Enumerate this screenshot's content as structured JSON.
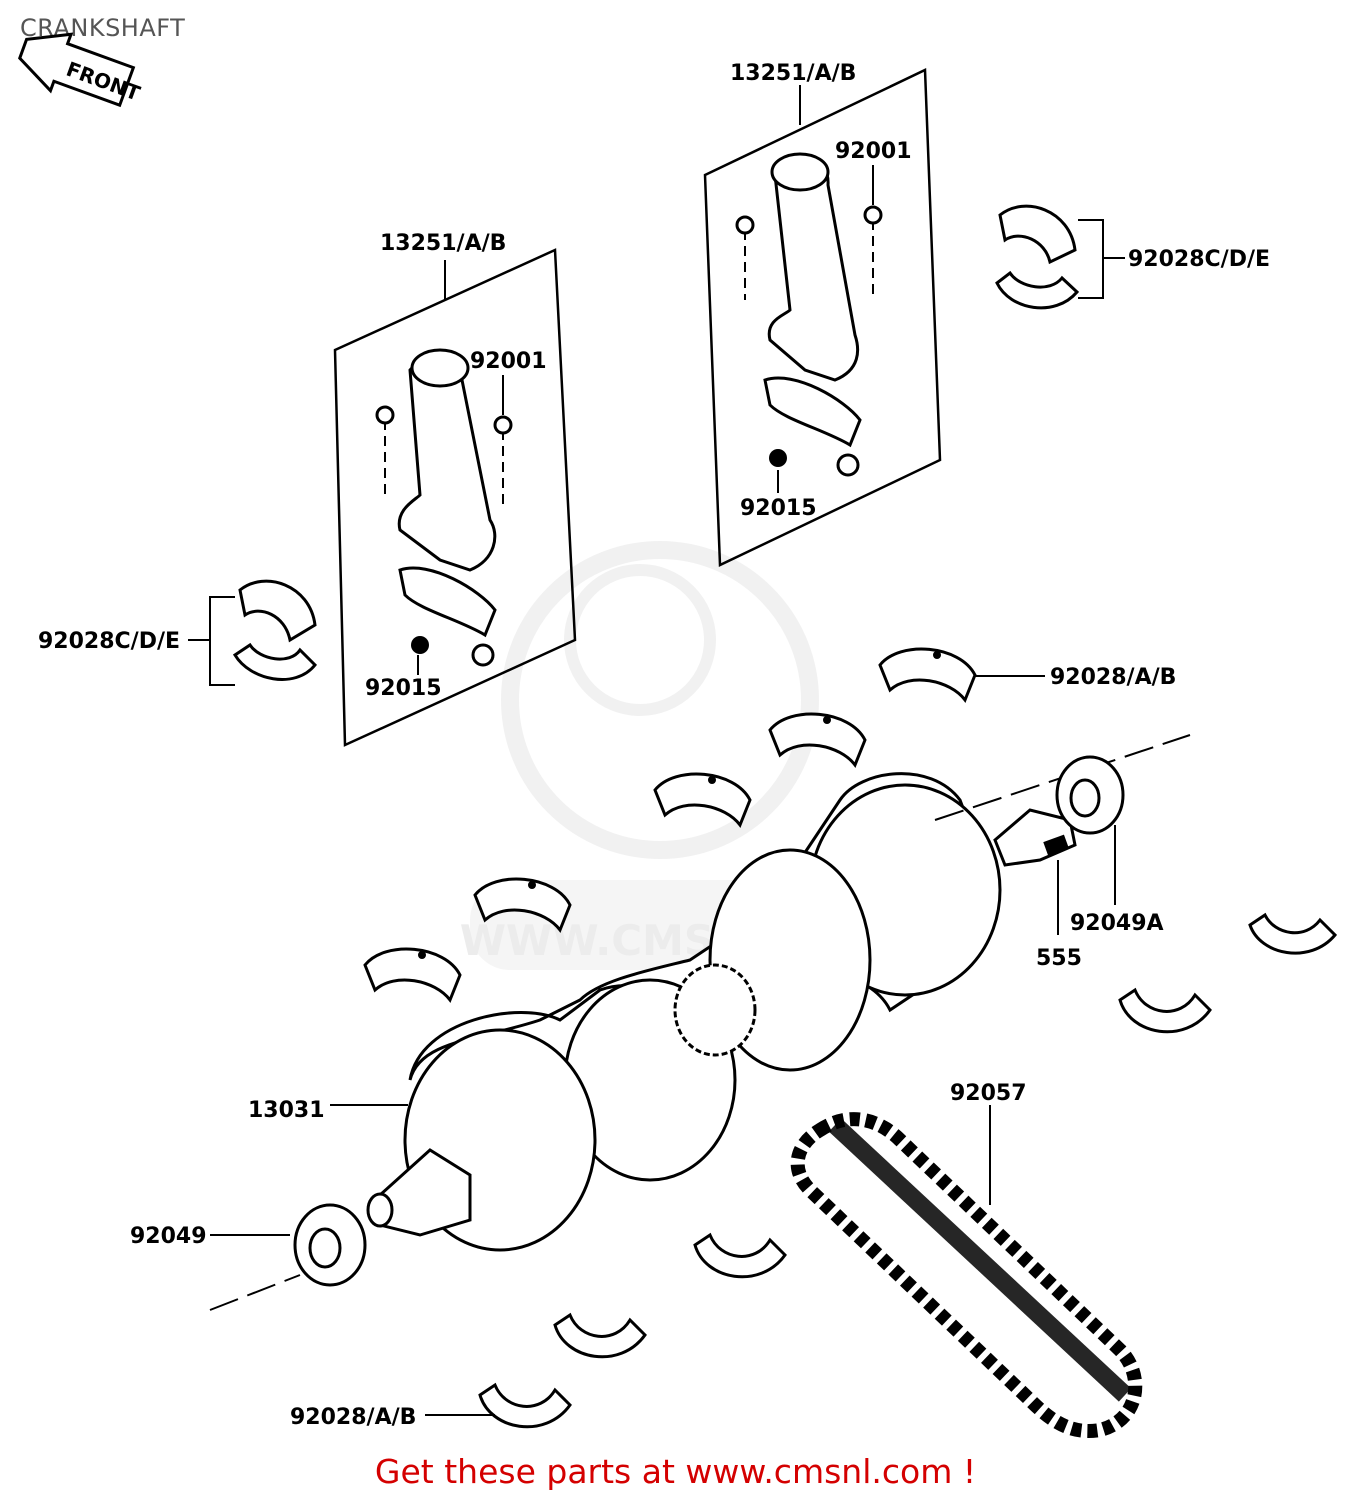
{
  "diagram": {
    "title": "CRANKSHAFT",
    "front_marker": "FRONT",
    "watermark": "WWW.CMSNL.COM",
    "footer": "Get these parts at www.cmsnl.com !",
    "colors": {
      "footer": "#d40000",
      "lines": "#000000",
      "watermark": "#e6e6e6"
    },
    "labels": {
      "conrod_assy_left": "13251/A/B",
      "conrod_assy_right": "13251/A/B",
      "bolt_left": "92001",
      "bolt_right": "92001",
      "nut_left": "92015",
      "nut_right": "92015",
      "conrod_bearing_left": "92028C/D/E",
      "conrod_bearing_right": "92028C/D/E",
      "main_bearing_top": "92028/A/B",
      "main_bearing_bottom": "92028/A/B",
      "oil_seal_right": "92049A",
      "pin": "555",
      "crankshaft": "13031",
      "oil_seal_left": "92049",
      "cam_chain": "92057"
    }
  }
}
